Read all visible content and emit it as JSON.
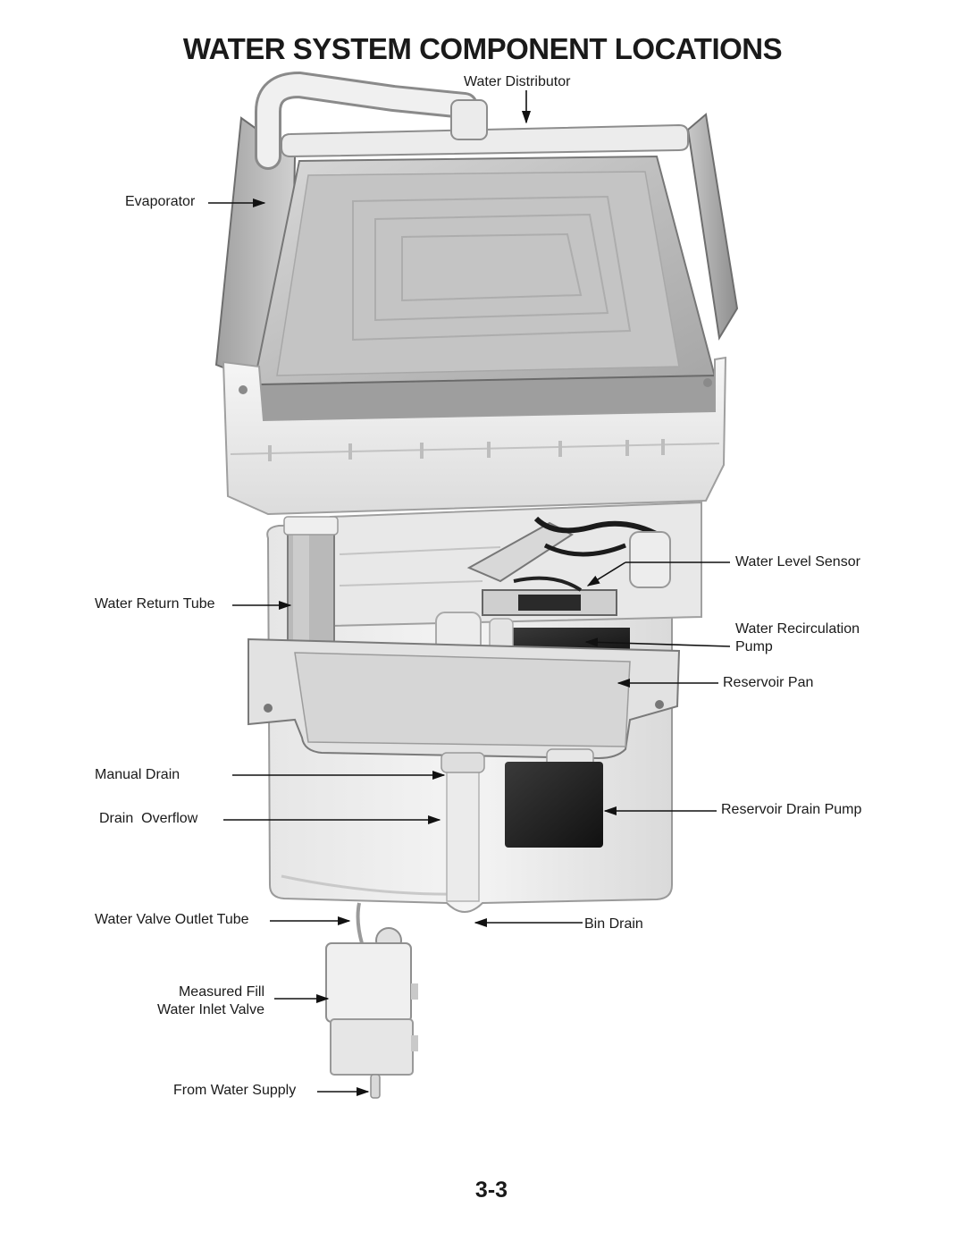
{
  "page": {
    "title": "WATER SYSTEM COMPONENT LOCATIONS",
    "page_number": "3-3"
  },
  "labels": {
    "water_distributor": "Water Distributor",
    "evaporator": "Evaporator",
    "water_level_sensor": "Water Level Sensor",
    "water_return_tube": "Water Return Tube",
    "water_recirculation_pump_line1": "Water Recirculation",
    "water_recirculation_pump_line2": "Pump",
    "reservoir_pan": "Reservoir Pan",
    "manual_drain": "Manual Drain",
    "drain_overflow": "Drain  Overflow",
    "reservoir_drain_pump": "Reservoir Drain Pump",
    "water_valve_outlet_tube": "Water Valve Outlet Tube",
    "bin_drain": "Bin Drain",
    "measured_fill_line1": "Measured Fill",
    "measured_fill_line2": "Water Inlet Valve",
    "from_water_supply": "From Water Supply"
  }
}
